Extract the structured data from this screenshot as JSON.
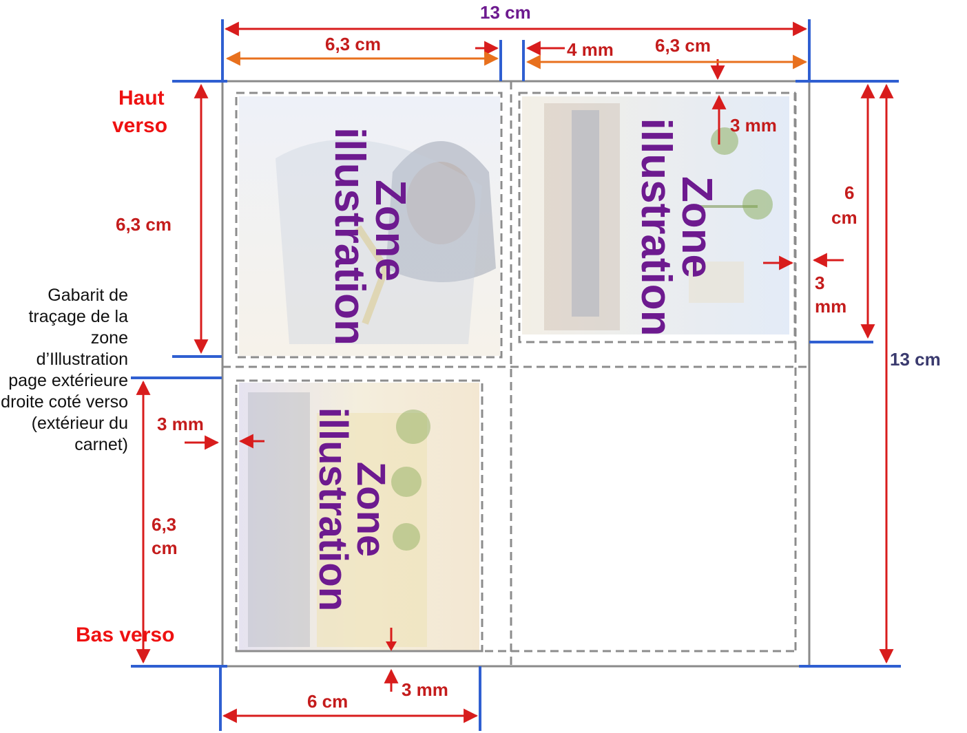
{
  "diagram": {
    "top_dims": {
      "total_width": "13 cm",
      "left_panel_width": "6,3 cm",
      "gap": "4 mm",
      "right_panel_width": "6,3 cm"
    },
    "right_dims": {
      "illus_height_num": "6",
      "illus_height_unit": "cm",
      "margin_right_num": "3",
      "margin_right_unit": "mm",
      "margin_top": "3 mm",
      "total_height": "13 cm"
    },
    "left_dims": {
      "top_panel_height": "6,3 cm",
      "margin_left": "3 mm",
      "bottom_panel_height_num": "6,3",
      "bottom_panel_height_unit": "cm"
    },
    "bottom_dims": {
      "bottom_width": "6 cm",
      "margin_bottom": "3 mm"
    },
    "labels": {
      "haut_line1": "Haut",
      "haut_line2": "verso",
      "bas": "Bas verso"
    },
    "zones": {
      "word1": "Zone",
      "word2": "illustration"
    },
    "note": {
      "text": "Gabarit de traçage de la zone d’Illustration page extérieure droite coté verso (extérieur du carnet)"
    },
    "colors": {
      "dim_red": "#e31a1a",
      "dim_orange": "#e8701d",
      "guide_blue": "#2f5fd1",
      "zone_purple": "#6d1a8f",
      "frame_grey": "#8a8a8a"
    }
  }
}
